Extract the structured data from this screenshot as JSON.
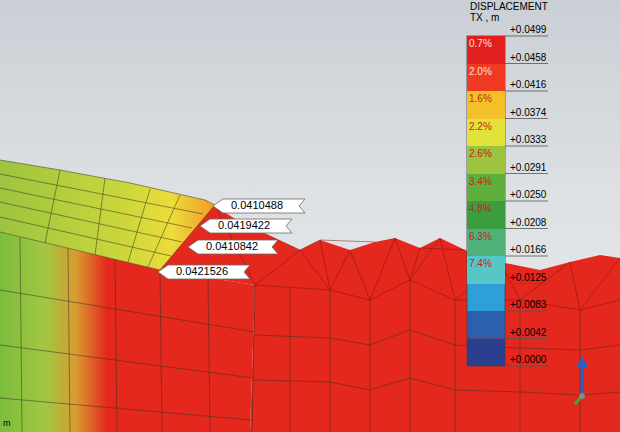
{
  "diagram": {
    "title": "DISPLACEMENT",
    "labels": [
      "TX , m",
      "+0.0499",
      "+0.0458",
      "+0.0416",
      "+0.0374",
      "+0.0333",
      "+0.0291",
      "+0.0250",
      "+0.0208",
      "+0.0166",
      "+0.0125",
      "+0.0083",
      "+0.0042",
      "+0.0000",
      "0.0410488",
      "0.0419422",
      "0.0410842",
      "0.0421526",
      "m"
    ],
    "legend": [
      {
        "text": "0.7%",
        "color": "#e21f1f"
      },
      {
        "text": "2.0%",
        "color": "#ee3a23"
      },
      {
        "text": "1.6%",
        "color": "#f4c02a"
      },
      {
        "text": "2.2%",
        "color": "#e3e23a"
      },
      {
        "text": "2.6%",
        "color": "#9cc43f"
      },
      {
        "text": "3.4%",
        "color": "#5faf3c"
      },
      {
        "text": "4.8%",
        "color": "#3c9d3f"
      },
      {
        "text": "6.3%",
        "color": "#4fb07a"
      },
      {
        "text": "7.4%",
        "color": "#56c7c9"
      }
    ]
  }
}
